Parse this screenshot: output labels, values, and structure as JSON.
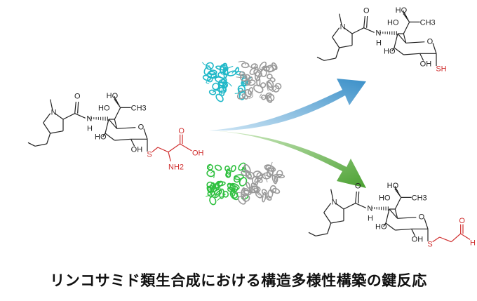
{
  "caption": "リンコサミド類生合成における構造多様性構築の鍵反応",
  "colors": {
    "bond": "#222222",
    "red_group": "#d03030",
    "arrow_blue": "#3a8fc8",
    "arrow_green": "#4aa030",
    "protein_cyan": "#20b8c8",
    "protein_green": "#30c040",
    "protein_grey": "#9a9a9a"
  },
  "molecules": [
    {
      "name": "substrate",
      "labels": [
        "N",
        "O",
        "N",
        "H",
        "HO",
        "HO",
        "CH3",
        "O",
        "HO",
        "OH",
        "S",
        "O",
        "OH",
        "NH2"
      ]
    },
    {
      "name": "product-thiol",
      "labels": [
        "N",
        "O",
        "N",
        "H",
        "HO",
        "HO",
        "CH3",
        "O",
        "HO",
        "OH",
        "SH"
      ]
    },
    {
      "name": "product-aldehyde",
      "labels": [
        "N",
        "O",
        "N",
        "H",
        "HO",
        "HO",
        "CH3",
        "O",
        "HO",
        "OH",
        "S",
        "O",
        "H"
      ]
    }
  ],
  "enzymes": [
    {
      "name": "enzyme-top",
      "icon": "protein-structure-cyan-grey"
    },
    {
      "name": "enzyme-bottom",
      "icon": "protein-structure-green-grey"
    }
  ]
}
